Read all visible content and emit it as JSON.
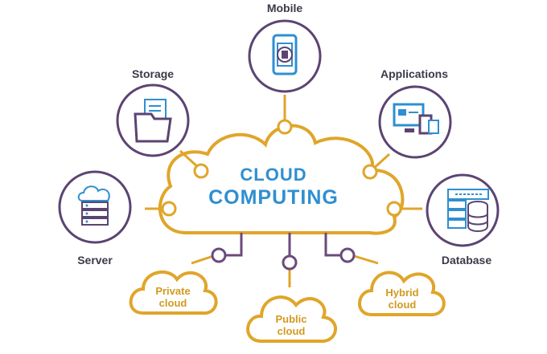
{
  "diagram": {
    "title_line1": "CLOUD",
    "title_line2": "COMPUTING",
    "nodes": {
      "mobile": "Mobile",
      "storage": "Storage",
      "applications": "Applications",
      "server": "Server",
      "database": "Database"
    },
    "clouds": {
      "private_line1": "Private",
      "private_line2": "cloud",
      "public_line1": "Public",
      "public_line2": "cloud",
      "hybrid_line1": "Hybrid",
      "hybrid_line2": "cloud"
    }
  },
  "colors": {
    "orange": "#e0a52a",
    "purple": "#6b4a7c",
    "blue": "#2f8fd0",
    "text": "#3a3a4a"
  }
}
